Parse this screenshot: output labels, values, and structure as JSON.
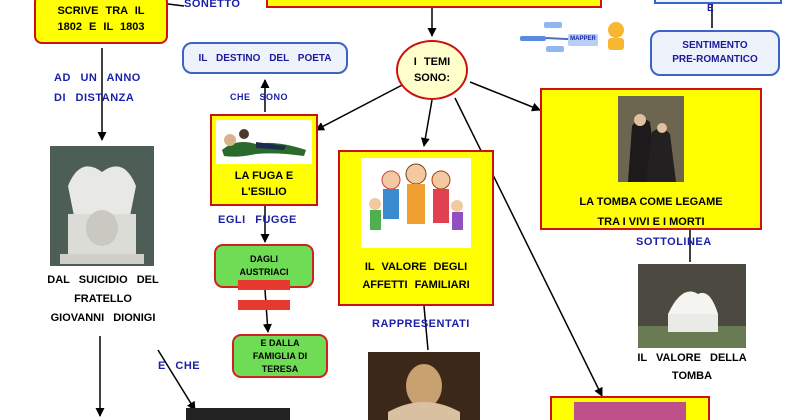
{
  "nodes": {
    "top_left_line1": "SCRIVE   TRA   IL",
    "top_left_line2": "1802  E  IL  1803",
    "destino": "IL   DESTINO   DEL   POETA",
    "temi_line1": "I   TEMI",
    "temi_line2": "SONO:",
    "sentimento_line1": "SENTIMENTO",
    "sentimento_line2": "PRE-ROMANTICO",
    "fuga_line1": "LA   FUGA   E",
    "fuga_line2": "L'ESILIO",
    "affetti_line1": "IL   VALORE   DEGLI",
    "affetti_line2": "AFFETTI   FAMILIARI",
    "tomba_line1": "LA   TOMBA   COME   LEGAME",
    "tomba_line2": "TRA  I  VIVI  E  I  MORTI",
    "austriaci_line1": "DAGLI",
    "austriaci_line2": "AUSTRIACI",
    "famiglia_line1": "E   DALLA",
    "famiglia_line2": "FAMIGLIA   DI",
    "famiglia_line3": "TERESA"
  },
  "labels": {
    "sonetto": "SONETTO",
    "ad_un_anno_line1": "AD  UN  ANNO",
    "ad_un_anno_line2": "DI  DISTANZA",
    "che_sono": "CHE   SONO",
    "egli_fugge": "EGLI   FUGGE",
    "e_che": "E   CHE",
    "rappresentati": "RAPPRESENTATI",
    "sottolinea": "SOTTOLINEA",
    "e_fragment": "E"
  },
  "texts": {
    "suicidio_line1": "DAL   SUICIDIO   DEL",
    "suicidio_line2": "FRATELLO",
    "suicidio_line3": "GIOVANNI   DIONIGI",
    "valore_tomba_line1": "IL   VALORE   DELLA",
    "valore_tomba_line2": "TOMBA"
  },
  "logo": {
    "text": "MAPPER"
  },
  "colors": {
    "node_fill": "#ffff00",
    "node_border": "#cc1111",
    "label_blue": "#1a1fa8",
    "blue_node_border": "#3a64c8",
    "green_node": "#6fdc55",
    "temi_fill": "#ffffcc"
  }
}
